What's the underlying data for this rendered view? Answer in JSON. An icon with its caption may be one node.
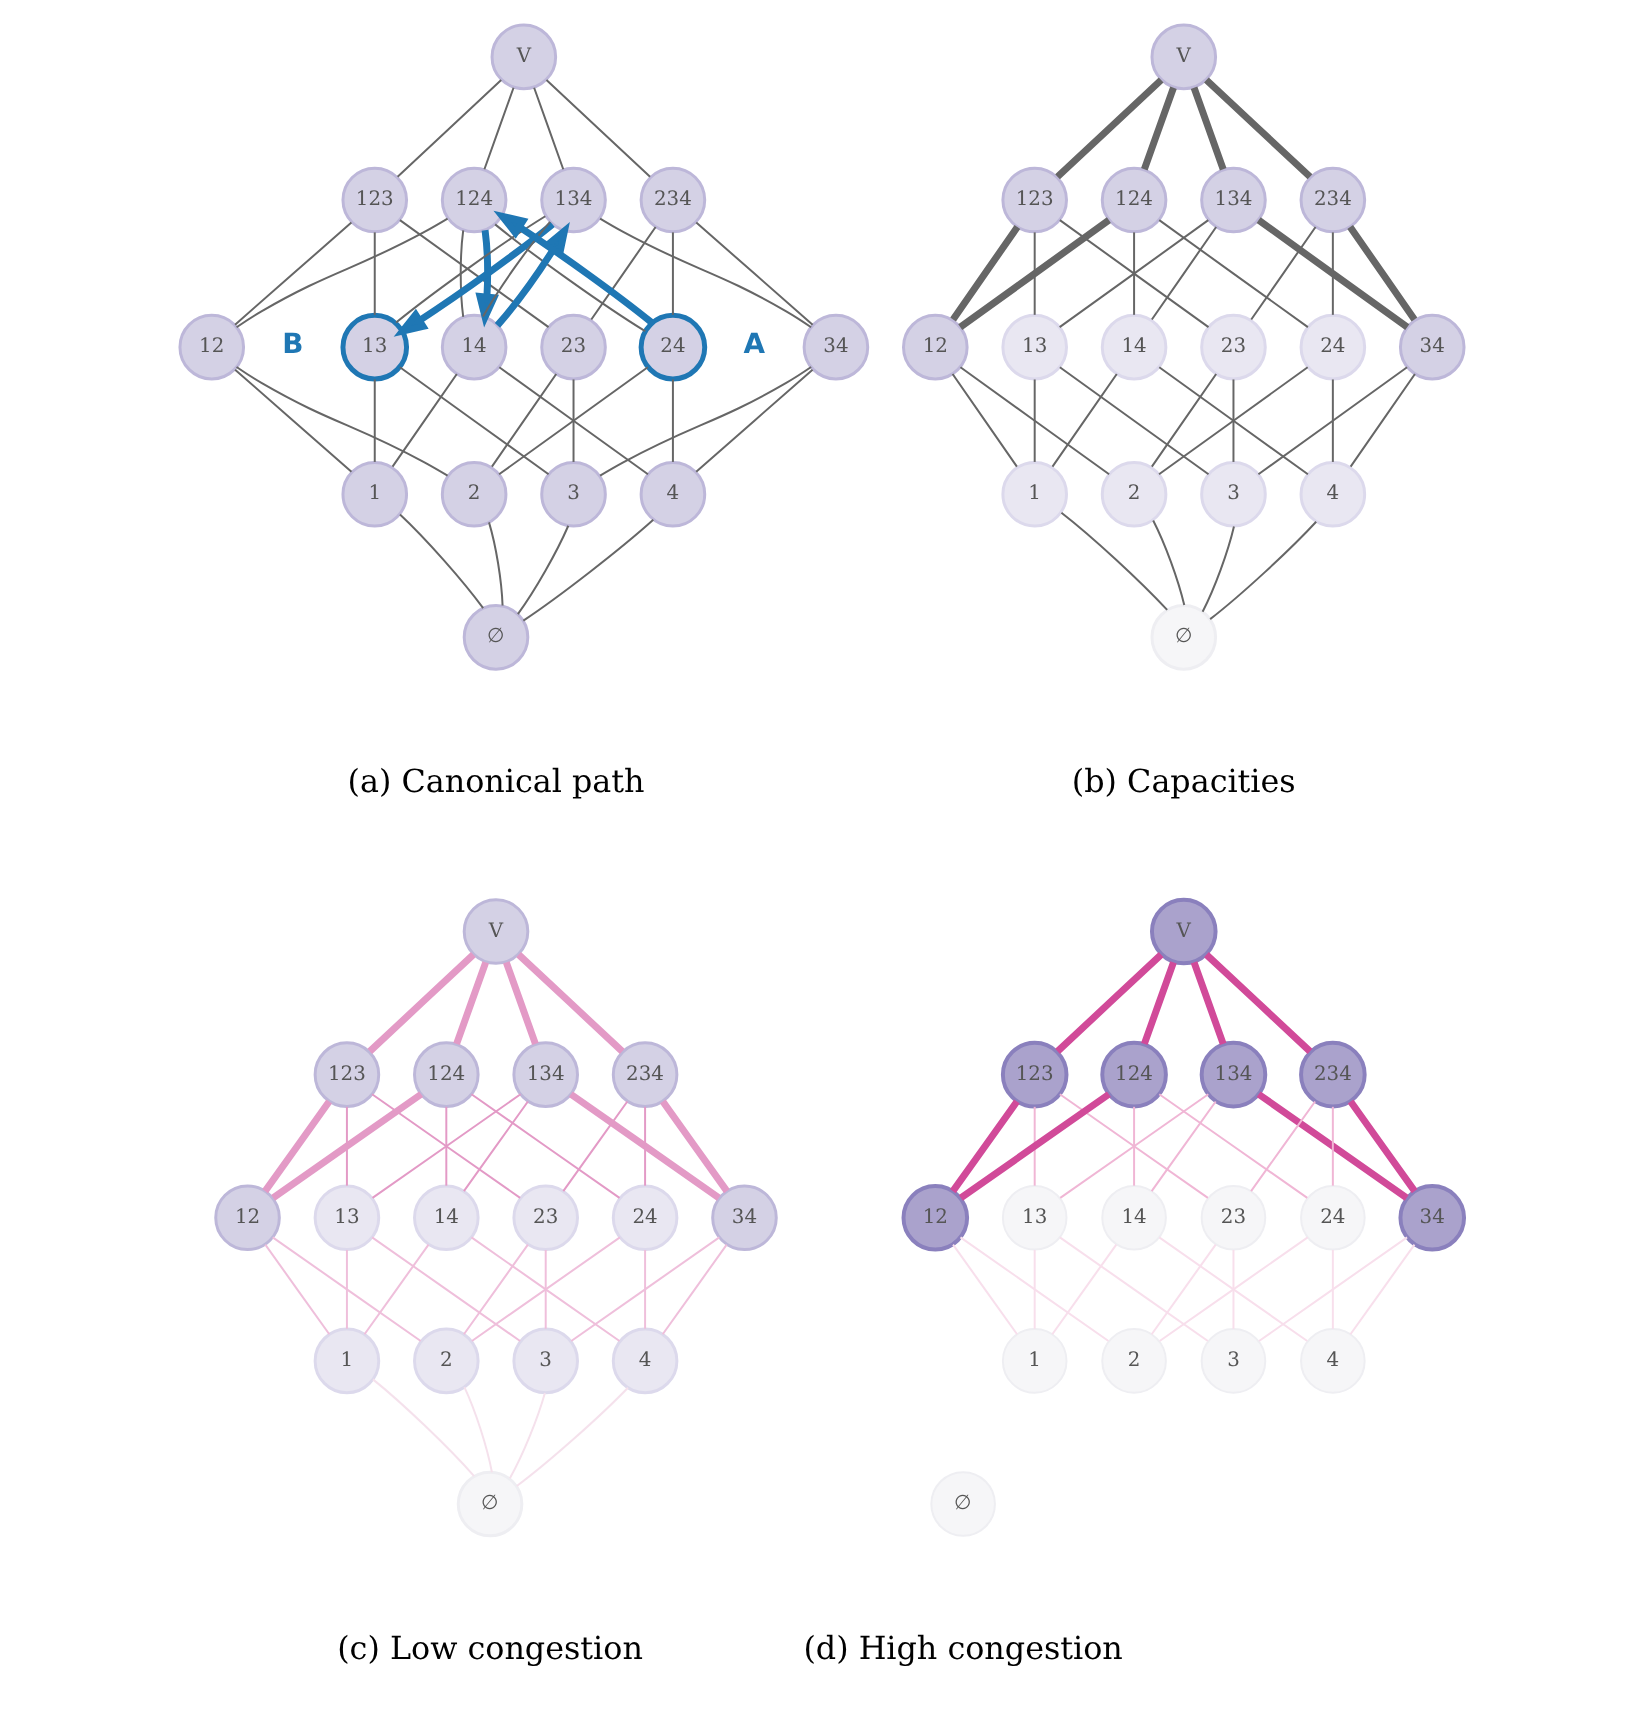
{
  "diagram": {
    "nodes": [
      {
        "text": [
          "V"
        ]
      },
      {
        "text": [
          "123"
        ]
      },
      {
        "text": [
          "124"
        ]
      },
      {
        "text": [
          "134"
        ]
      },
      {
        "text": [
          "234"
        ]
      },
      {
        "text": [
          "12"
        ]
      },
      {
        "text": [
          "13"
        ],
        "beside": [
          "B"
        ]
      },
      {
        "text": [
          "14"
        ]
      },
      {
        "text": [
          "23"
        ]
      },
      {
        "text": [
          "24"
        ],
        "beside": [
          "A"
        ]
      },
      {
        "text": [
          "34"
        ]
      },
      {
        "text": [
          "1"
        ]
      },
      {
        "text": [
          "2"
        ]
      },
      {
        "text": [
          "3"
        ]
      },
      {
        "text": [
          "4"
        ]
      },
      {
        "text": [
          "∅"
        ]
      },
      {
        "text": [
          "V"
        ]
      },
      {
        "text": [
          "123"
        ]
      },
      {
        "text": [
          "124"
        ]
      },
      {
        "text": [
          "134"
        ]
      },
      {
        "text": [
          "234"
        ]
      },
      {
        "text": [
          "12"
        ]
      },
      {
        "text": [
          "13"
        ]
      },
      {
        "text": [
          "14"
        ]
      },
      {
        "text": [
          "23"
        ]
      },
      {
        "text": [
          "24"
        ]
      },
      {
        "text": [
          "34"
        ]
      },
      {
        "text": [
          "1"
        ]
      },
      {
        "text": [
          "2"
        ]
      },
      {
        "text": [
          "3"
        ]
      },
      {
        "text": [
          "4"
        ]
      },
      {
        "text": [
          "∅"
        ]
      },
      {
        "text": [
          "V"
        ]
      },
      {
        "text": [
          "123"
        ]
      },
      {
        "text": [
          "124"
        ]
      },
      {
        "text": [
          "134"
        ]
      },
      {
        "text": [
          "234"
        ]
      },
      {
        "text": [
          "12"
        ]
      },
      {
        "text": [
          "13"
        ]
      },
      {
        "text": [
          "14"
        ]
      },
      {
        "text": [
          "23"
        ]
      },
      {
        "text": [
          "24"
        ]
      },
      {
        "text": [
          "34"
        ]
      },
      {
        "text": [
          "1"
        ]
      },
      {
        "text": [
          "2"
        ]
      },
      {
        "text": [
          "3"
        ]
      },
      {
        "text": [
          "4"
        ]
      },
      {
        "text": [
          "∅"
        ]
      },
      {
        "text": [
          "V"
        ]
      },
      {
        "text": [
          "123"
        ]
      },
      {
        "text": [
          "124"
        ]
      },
      {
        "text": [
          "134"
        ]
      },
      {
        "text": [
          "234"
        ]
      },
      {
        "text": [
          "12"
        ]
      },
      {
        "text": [
          "13"
        ]
      },
      {
        "text": [
          "14"
        ]
      },
      {
        "text": [
          "23"
        ]
      },
      {
        "text": [
          "24"
        ]
      },
      {
        "text": [
          "34"
        ]
      },
      {
        "text": [
          "1"
        ]
      },
      {
        "text": [
          "2"
        ]
      },
      {
        "text": [
          "3"
        ]
      },
      {
        "text": [
          "4"
        ]
      },
      {
        "text": [
          "∅"
        ]
      }
    ],
    "edges": [
      {
        "from": 0,
        "to": 1,
        "arrow": "none"
      },
      {
        "from": 0,
        "to": 2,
        "arrow": "none"
      },
      {
        "from": 0,
        "to": 3,
        "arrow": "none"
      },
      {
        "from": 0,
        "to": 4,
        "arrow": "none"
      },
      {
        "from": 1,
        "to": 5,
        "arrow": "none"
      },
      {
        "from": 1,
        "to": 6,
        "arrow": "none"
      },
      {
        "from": 1,
        "to": 8,
        "arrow": "none"
      },
      {
        "from": 2,
        "to": 5,
        "arrow": "none"
      },
      {
        "from": 2,
        "to": 7,
        "arrow": "none"
      },
      {
        "from": 2,
        "to": 9,
        "arrow": "none"
      },
      {
        "from": 3,
        "to": 6,
        "arrow": "none"
      },
      {
        "from": 3,
        "to": 7,
        "arrow": "none"
      },
      {
        "from": 3,
        "to": 10,
        "arrow": "none"
      },
      {
        "from": 4,
        "to": 8,
        "arrow": "none"
      },
      {
        "from": 4,
        "to": 9,
        "arrow": "none"
      },
      {
        "from": 4,
        "to": 10,
        "arrow": "none"
      },
      {
        "from": 5,
        "to": 11,
        "arrow": "none"
      },
      {
        "from": 5,
        "to": 12,
        "arrow": "none"
      },
      {
        "from": 6,
        "to": 11,
        "arrow": "none"
      },
      {
        "from": 6,
        "to": 13,
        "arrow": "none"
      },
      {
        "from": 7,
        "to": 11,
        "arrow": "none"
      },
      {
        "from": 7,
        "to": 14,
        "arrow": "none"
      },
      {
        "from": 8,
        "to": 12,
        "arrow": "none"
      },
      {
        "from": 8,
        "to": 13,
        "arrow": "none"
      },
      {
        "from": 9,
        "to": 12,
        "arrow": "none"
      },
      {
        "from": 9,
        "to": 14,
        "arrow": "none"
      },
      {
        "from": 10,
        "to": 13,
        "arrow": "none"
      },
      {
        "from": 10,
        "to": 14,
        "arrow": "none"
      },
      {
        "from": 11,
        "to": 15,
        "arrow": "none"
      },
      {
        "from": 12,
        "to": 15,
        "arrow": "none"
      },
      {
        "from": 13,
        "to": 15,
        "arrow": "none"
      },
      {
        "from": 14,
        "to": 15,
        "arrow": "none"
      },
      {
        "from": 9,
        "to": 2,
        "arrow": "to",
        "style": "thick",
        "color": "#1f77b4"
      },
      {
        "from": 2,
        "to": 7,
        "arrow": "to",
        "style": "thick",
        "color": "#1f77b4"
      },
      {
        "from": 7,
        "to": 3,
        "arrow": "to",
        "style": "thick",
        "color": "#1f77b4"
      },
      {
        "from": 3,
        "to": 6,
        "arrow": "to",
        "style": "thick",
        "color": "#1f77b4"
      },
      {
        "from": 16,
        "to": 17,
        "arrow": "none",
        "style": "thick"
      },
      {
        "from": 16,
        "to": 18,
        "arrow": "none",
        "style": "thick"
      },
      {
        "from": 16,
        "to": 19,
        "arrow": "none",
        "style": "thick"
      },
      {
        "from": 16,
        "to": 20,
        "arrow": "none",
        "style": "thick"
      },
      {
        "from": 17,
        "to": 21,
        "arrow": "none",
        "style": "thick"
      },
      {
        "from": 17,
        "to": 22,
        "arrow": "none"
      },
      {
        "from": 17,
        "to": 24,
        "arrow": "none"
      },
      {
        "from": 18,
        "to": 21,
        "arrow": "none",
        "style": "thick"
      },
      {
        "from": 18,
        "to": 23,
        "arrow": "none"
      },
      {
        "from": 18,
        "to": 25,
        "arrow": "none"
      },
      {
        "from": 19,
        "to": 22,
        "arrow": "none"
      },
      {
        "from": 19,
        "to": 23,
        "arrow": "none"
      },
      {
        "from": 19,
        "to": 26,
        "arrow": "none",
        "style": "thick"
      },
      {
        "from": 20,
        "to": 24,
        "arrow": "none"
      },
      {
        "from": 20,
        "to": 25,
        "arrow": "none"
      },
      {
        "from": 20,
        "to": 26,
        "arrow": "none",
        "style": "thick"
      },
      {
        "from": 21,
        "to": 27,
        "arrow": "none"
      },
      {
        "from": 21,
        "to": 28,
        "arrow": "none"
      },
      {
        "from": 22,
        "to": 27,
        "arrow": "none"
      },
      {
        "from": 22,
        "to": 29,
        "arrow": "none"
      },
      {
        "from": 23,
        "to": 27,
        "arrow": "none"
      },
      {
        "from": 23,
        "to": 30,
        "arrow": "none"
      },
      {
        "from": 24,
        "to": 28,
        "arrow": "none"
      },
      {
        "from": 24,
        "to": 29,
        "arrow": "none"
      },
      {
        "from": 25,
        "to": 28,
        "arrow": "none"
      },
      {
        "from": 25,
        "to": 30,
        "arrow": "none"
      },
      {
        "from": 26,
        "to": 29,
        "arrow": "none"
      },
      {
        "from": 26,
        "to": 30,
        "arrow": "none"
      },
      {
        "from": 27,
        "to": 31,
        "arrow": "none"
      },
      {
        "from": 28,
        "to": 31,
        "arrow": "none"
      },
      {
        "from": 29,
        "to": 31,
        "arrow": "none"
      },
      {
        "from": 30,
        "to": 31,
        "arrow": "none"
      },
      {
        "from": 32,
        "to": 33,
        "arrow": "none",
        "style": "thick",
        "color": "#e39ac6"
      },
      {
        "from": 32,
        "to": 34,
        "arrow": "none",
        "style": "thick",
        "color": "#e39ac6"
      },
      {
        "from": 32,
        "to": 35,
        "arrow": "none",
        "style": "thick",
        "color": "#e39ac6"
      },
      {
        "from": 32,
        "to": 36,
        "arrow": "none",
        "style": "thick",
        "color": "#e39ac6"
      },
      {
        "from": 33,
        "to": 37,
        "arrow": "none",
        "style": "thick",
        "color": "#e39ac6"
      },
      {
        "from": 33,
        "to": 38,
        "arrow": "none",
        "color": "#e39ac6"
      },
      {
        "from": 33,
        "to": 40,
        "arrow": "none",
        "color": "#e39ac6"
      },
      {
        "from": 34,
        "to": 37,
        "arrow": "none",
        "style": "thick",
        "color": "#e39ac6"
      },
      {
        "from": 34,
        "to": 39,
        "arrow": "none",
        "color": "#e39ac6"
      },
      {
        "from": 34,
        "to": 41,
        "arrow": "none",
        "color": "#e39ac6"
      },
      {
        "from": 35,
        "to": 38,
        "arrow": "none",
        "color": "#e39ac6"
      },
      {
        "from": 35,
        "to": 39,
        "arrow": "none",
        "color": "#e39ac6"
      },
      {
        "from": 35,
        "to": 42,
        "arrow": "none",
        "style": "thick",
        "color": "#e39ac6"
      },
      {
        "from": 36,
        "to": 40,
        "arrow": "none",
        "color": "#e39ac6"
      },
      {
        "from": 36,
        "to": 41,
        "arrow": "none",
        "color": "#e39ac6"
      },
      {
        "from": 36,
        "to": 42,
        "arrow": "none",
        "style": "thick",
        "color": "#e39ac6"
      },
      {
        "from": 37,
        "to": 43,
        "arrow": "none",
        "color": "#efbfdb"
      },
      {
        "from": 37,
        "to": 44,
        "arrow": "none",
        "color": "#efbfdb"
      },
      {
        "from": 38,
        "to": 43,
        "arrow": "none",
        "color": "#efbfdb"
      },
      {
        "from": 38,
        "to": 45,
        "arrow": "none",
        "color": "#efbfdb"
      },
      {
        "from": 39,
        "to": 43,
        "arrow": "none",
        "color": "#efbfdb"
      },
      {
        "from": 39,
        "to": 46,
        "arrow": "none",
        "color": "#efbfdb"
      },
      {
        "from": 40,
        "to": 44,
        "arrow": "none",
        "color": "#efbfdb"
      },
      {
        "from": 40,
        "to": 45,
        "arrow": "none",
        "color": "#efbfdb"
      },
      {
        "from": 41,
        "to": 44,
        "arrow": "none",
        "color": "#efbfdb"
      },
      {
        "from": 41,
        "to": 46,
        "arrow": "none",
        "color": "#efbfdb"
      },
      {
        "from": 42,
        "to": 45,
        "arrow": "none",
        "color": "#efbfdb"
      },
      {
        "from": 42,
        "to": 46,
        "arrow": "none",
        "color": "#efbfdb"
      },
      {
        "from": 43,
        "to": 47,
        "arrow": "none",
        "color": "#f5e1ec"
      },
      {
        "from": 44,
        "to": 47,
        "arrow": "none",
        "color": "#f5e1ec"
      },
      {
        "from": 45,
        "to": 47,
        "arrow": "none",
        "color": "#f5e1ec"
      },
      {
        "from": 46,
        "to": 47,
        "arrow": "none",
        "color": "#f5e1ec"
      },
      {
        "from": 48,
        "to": 49,
        "arrow": "none",
        "style": "thick",
        "color": "#d14a99"
      },
      {
        "from": 48,
        "to": 50,
        "arrow": "none",
        "style": "thick",
        "color": "#d14a99"
      },
      {
        "from": 48,
        "to": 51,
        "arrow": "none",
        "style": "thick",
        "color": "#d14a99"
      },
      {
        "from": 48,
        "to": 52,
        "arrow": "none",
        "style": "thick",
        "color": "#d14a99"
      },
      {
        "from": 49,
        "to": 53,
        "arrow": "none",
        "style": "thick",
        "color": "#d14a99"
      },
      {
        "from": 49,
        "to": 54,
        "arrow": "none",
        "color": "#f0b6d5"
      },
      {
        "from": 49,
        "to": 56,
        "arrow": "none",
        "color": "#f0b6d5"
      },
      {
        "from": 50,
        "to": 53,
        "arrow": "none",
        "style": "thick",
        "color": "#d14a99"
      },
      {
        "from": 50,
        "to": 55,
        "arrow": "none",
        "color": "#f0b6d5"
      },
      {
        "from": 50,
        "to": 57,
        "arrow": "none",
        "color": "#f0b6d5"
      },
      {
        "from": 51,
        "to": 54,
        "arrow": "none",
        "color": "#f0b6d5"
      },
      {
        "from": 51,
        "to": 55,
        "arrow": "none",
        "color": "#f0b6d5"
      },
      {
        "from": 51,
        "to": 58,
        "arrow": "none",
        "style": "thick",
        "color": "#d14a99"
      },
      {
        "from": 52,
        "to": 56,
        "arrow": "none",
        "color": "#f0b6d5"
      },
      {
        "from": 52,
        "to": 57,
        "arrow": "none",
        "color": "#f0b6d5"
      },
      {
        "from": 52,
        "to": 58,
        "arrow": "none",
        "style": "thick",
        "color": "#d14a99"
      },
      {
        "from": 53,
        "to": 59,
        "arrow": "none",
        "color": "#f8dfec"
      },
      {
        "from": 53,
        "to": 60,
        "arrow": "none",
        "color": "#f8dfec"
      },
      {
        "from": 54,
        "to": 59,
        "arrow": "none",
        "color": "#f8dfec"
      },
      {
        "from": 54,
        "to": 61,
        "arrow": "none",
        "color": "#f8dfec"
      },
      {
        "from": 55,
        "to": 59,
        "arrow": "none",
        "color": "#f8dfec"
      },
      {
        "from": 55,
        "to": 62,
        "arrow": "none",
        "color": "#f8dfec"
      },
      {
        "from": 56,
        "to": 60,
        "arrow": "none",
        "color": "#f8dfec"
      },
      {
        "from": 56,
        "to": 61,
        "arrow": "none",
        "color": "#f8dfec"
      },
      {
        "from": 57,
        "to": 60,
        "arrow": "none",
        "color": "#f8dfec"
      },
      {
        "from": 57,
        "to": 62,
        "arrow": "none",
        "color": "#f8dfec"
      },
      {
        "from": 58,
        "to": 61,
        "arrow": "none",
        "color": "#f8dfec"
      },
      {
        "from": 58,
        "to": 62,
        "arrow": "none",
        "color": "#f8dfec"
      }
    ],
    "labels": [
      "(a) Canonical path",
      "(b) Capacities",
      "(c) Low congestion",
      "(d) High congestion"
    ]
  }
}
